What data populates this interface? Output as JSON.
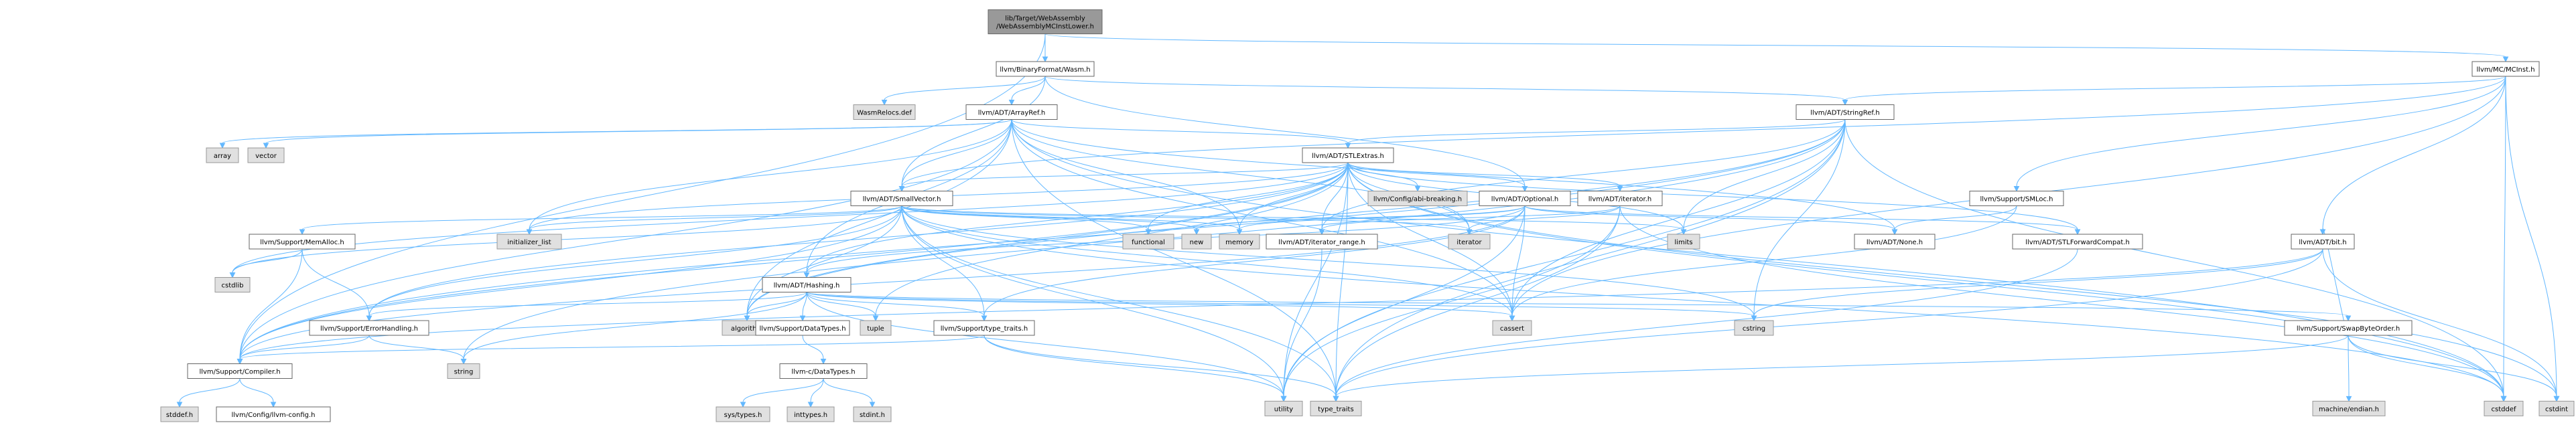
{
  "diagram": {
    "colors": {
      "edge": "#63b8ff",
      "focus": "#999999",
      "system": "#e0e0e0",
      "border": "#666666",
      "background": "#ffffff"
    },
    "nodes": [
      {
        "id": "n_root",
        "kind": "focus",
        "lines": [
          "lib/Target/WebAssembly",
          "/WebAssemblyMCInstLower.h"
        ]
      },
      {
        "id": "n_wasm",
        "kind": "normal",
        "lines": [
          "llvm/BinaryFormat/Wasm.h"
        ]
      },
      {
        "id": "n_mcinst",
        "kind": "normal",
        "lines": [
          "llvm/MC/MCInst.h"
        ]
      },
      {
        "id": "n_relocs",
        "kind": "system",
        "lines": [
          "WasmRelocs.def"
        ]
      },
      {
        "id": "n_arrayref",
        "kind": "normal",
        "lines": [
          "llvm/ADT/ArrayRef.h"
        ]
      },
      {
        "id": "n_stringref",
        "kind": "normal",
        "lines": [
          "llvm/ADT/StringRef.h"
        ]
      },
      {
        "id": "n_array",
        "kind": "system",
        "lines": [
          "array"
        ]
      },
      {
        "id": "n_vector",
        "kind": "system",
        "lines": [
          "vector"
        ]
      },
      {
        "id": "n_stlextras",
        "kind": "normal",
        "lines": [
          "llvm/ADT/STLExtras.h"
        ]
      },
      {
        "id": "n_abibreaking",
        "kind": "system",
        "lines": [
          "llvm/Config/abi-breaking.h"
        ]
      },
      {
        "id": "n_smallvector",
        "kind": "normal",
        "lines": [
          "llvm/ADT/SmallVector.h"
        ]
      },
      {
        "id": "n_optional",
        "kind": "normal",
        "lines": [
          "llvm/ADT/Optional.h"
        ]
      },
      {
        "id": "n_iterator",
        "kind": "normal",
        "lines": [
          "llvm/ADT/iterator.h"
        ]
      },
      {
        "id": "n_smloc",
        "kind": "normal",
        "lines": [
          "llvm/Support/SMLoc.h"
        ]
      },
      {
        "id": "n_memalloc",
        "kind": "normal",
        "lines": [
          "llvm/Support/MemAlloc.h"
        ]
      },
      {
        "id": "n_initlist",
        "kind": "system",
        "lines": [
          "initializer_list"
        ]
      },
      {
        "id": "n_functional",
        "kind": "system",
        "lines": [
          "functional"
        ]
      },
      {
        "id": "n_new",
        "kind": "system",
        "lines": [
          "new"
        ]
      },
      {
        "id": "n_memory",
        "kind": "system",
        "lines": [
          "memory"
        ]
      },
      {
        "id": "n_iterrange",
        "kind": "normal",
        "lines": [
          "llvm/ADT/iterator_range.h"
        ]
      },
      {
        "id": "n_iteratorstd",
        "kind": "system",
        "lines": [
          "iterator"
        ]
      },
      {
        "id": "n_limits",
        "kind": "system",
        "lines": [
          "limits"
        ]
      },
      {
        "id": "n_none",
        "kind": "normal",
        "lines": [
          "llvm/ADT/None.h"
        ]
      },
      {
        "id": "n_stlfwd",
        "kind": "normal",
        "lines": [
          "llvm/ADT/STLForwardCompat.h"
        ]
      },
      {
        "id": "n_bit",
        "kind": "normal",
        "lines": [
          "llvm/ADT/bit.h"
        ]
      },
      {
        "id": "n_cstdlib",
        "kind": "system",
        "lines": [
          "cstdlib"
        ]
      },
      {
        "id": "n_hashing",
        "kind": "normal",
        "lines": [
          "llvm/ADT/Hashing.h"
        ]
      },
      {
        "id": "n_errhandling",
        "kind": "normal",
        "lines": [
          "llvm/Support/ErrorHandling.h"
        ]
      },
      {
        "id": "n_algorithm",
        "kind": "system",
        "lines": [
          "algorithm"
        ]
      },
      {
        "id": "n_tuple",
        "kind": "system",
        "lines": [
          "tuple"
        ]
      },
      {
        "id": "n_datatypes",
        "kind": "normal",
        "lines": [
          "llvm/Support/DataTypes.h"
        ]
      },
      {
        "id": "n_typetraitsllvm",
        "kind": "normal",
        "lines": [
          "llvm/Support/type_traits.h"
        ]
      },
      {
        "id": "n_cassert",
        "kind": "system",
        "lines": [
          "cassert"
        ]
      },
      {
        "id": "n_cstring",
        "kind": "system",
        "lines": [
          "cstring"
        ]
      },
      {
        "id": "n_swapbyte",
        "kind": "normal",
        "lines": [
          "llvm/Support/SwapByteOrder.h"
        ]
      },
      {
        "id": "n_compiler",
        "kind": "normal",
        "lines": [
          "llvm/Support/Compiler.h"
        ]
      },
      {
        "id": "n_string",
        "kind": "system",
        "lines": [
          "string"
        ]
      },
      {
        "id": "n_utility",
        "kind": "system",
        "lines": [
          "utility"
        ]
      },
      {
        "id": "n_typetraits",
        "kind": "system",
        "lines": [
          "type_traits"
        ]
      },
      {
        "id": "n_cstddef",
        "kind": "system",
        "lines": [
          "cstddef"
        ]
      },
      {
        "id": "n_cstdint",
        "kind": "system",
        "lines": [
          "cstdint"
        ]
      },
      {
        "id": "n_endian",
        "kind": "system",
        "lines": [
          "machine/endian.h"
        ]
      },
      {
        "id": "n_cdatatypes",
        "kind": "normal",
        "lines": [
          "llvm-c/DataTypes.h"
        ]
      },
      {
        "id": "n_stddef",
        "kind": "system",
        "lines": [
          "stddef.h"
        ]
      },
      {
        "id": "n_llvmconfig",
        "kind": "normal",
        "lines": [
          "llvm/Config/llvm-config.h"
        ]
      },
      {
        "id": "n_systypes",
        "kind": "system",
        "lines": [
          "sys/types.h"
        ]
      },
      {
        "id": "n_inttypes",
        "kind": "system",
        "lines": [
          "inttypes.h"
        ]
      },
      {
        "id": "n_stdint",
        "kind": "system",
        "lines": [
          "stdint.h"
        ]
      }
    ],
    "edges": [
      [
        "n_root",
        "n_wasm"
      ],
      [
        "n_root",
        "n_mcinst"
      ],
      [
        "n_root",
        "n_compiler"
      ],
      [
        "n_wasm",
        "n_relocs"
      ],
      [
        "n_wasm",
        "n_arrayref"
      ],
      [
        "n_wasm",
        "n_stringref"
      ],
      [
        "n_wasm",
        "n_smallvector"
      ],
      [
        "n_wasm",
        "n_optional"
      ],
      [
        "n_mcinst",
        "n_stringref"
      ],
      [
        "n_mcinst",
        "n_smloc"
      ],
      [
        "n_mcinst",
        "n_bit"
      ],
      [
        "n_mcinst",
        "n_smallvector"
      ],
      [
        "n_mcinst",
        "n_cassert"
      ],
      [
        "n_mcinst",
        "n_cstddef"
      ],
      [
        "n_mcinst",
        "n_cstdint"
      ],
      [
        "n_arrayref",
        "n_array"
      ],
      [
        "n_arrayref",
        "n_vector"
      ],
      [
        "n_arrayref",
        "n_stlextras"
      ],
      [
        "n_arrayref",
        "n_smallvector"
      ],
      [
        "n_arrayref",
        "n_hashing"
      ],
      [
        "n_arrayref",
        "n_none"
      ],
      [
        "n_arrayref",
        "n_compiler"
      ],
      [
        "n_arrayref",
        "n_algorithm"
      ],
      [
        "n_arrayref",
        "n_cassert"
      ],
      [
        "n_arrayref",
        "n_cstddef"
      ],
      [
        "n_arrayref",
        "n_initlist"
      ],
      [
        "n_arrayref",
        "n_iteratorstd"
      ],
      [
        "n_arrayref",
        "n_memory"
      ],
      [
        "n_arrayref",
        "n_typetraits"
      ],
      [
        "n_stringref",
        "n_stlextras"
      ],
      [
        "n_stringref",
        "n_iterrange"
      ],
      [
        "n_stringref",
        "n_compiler"
      ],
      [
        "n_stringref",
        "n_algorithm"
      ],
      [
        "n_stringref",
        "n_cassert"
      ],
      [
        "n_stringref",
        "n_cstddef"
      ],
      [
        "n_stringref",
        "n_cstring"
      ],
      [
        "n_stringref",
        "n_limits"
      ],
      [
        "n_stringref",
        "n_string"
      ],
      [
        "n_stringref",
        "n_typetraits"
      ],
      [
        "n_stringref",
        "n_utility"
      ],
      [
        "n_stlextras",
        "n_abibreaking"
      ],
      [
        "n_stlextras",
        "n_optional"
      ],
      [
        "n_stlextras",
        "n_iterator"
      ],
      [
        "n_stlextras",
        "n_iterrange"
      ],
      [
        "n_stlextras",
        "n_stlfwd"
      ],
      [
        "n_stlextras",
        "n_smallvector"
      ],
      [
        "n_stlextras",
        "n_errhandling"
      ],
      [
        "n_stlextras",
        "n_hashing"
      ],
      [
        "n_stlextras",
        "n_algorithm"
      ],
      [
        "n_stlextras",
        "n_cassert"
      ],
      [
        "n_stlextras",
        "n_cstddef"
      ],
      [
        "n_stlextras",
        "n_cstdint"
      ],
      [
        "n_stlextras",
        "n_cstdlib"
      ],
      [
        "n_stlextras",
        "n_functional"
      ],
      [
        "n_stlextras",
        "n_initlist"
      ],
      [
        "n_stlextras",
        "n_iteratorstd"
      ],
      [
        "n_stlextras",
        "n_limits"
      ],
      [
        "n_stlextras",
        "n_memory"
      ],
      [
        "n_stlextras",
        "n_tuple"
      ],
      [
        "n_stlextras",
        "n_typetraits"
      ],
      [
        "n_stlextras",
        "n_utility"
      ],
      [
        "n_stlextras",
        "n_compiler"
      ],
      [
        "n_smallvector",
        "n_memalloc"
      ],
      [
        "n_smallvector",
        "n_typetraitsllvm"
      ],
      [
        "n_smallvector",
        "n_compiler"
      ],
      [
        "n_smallvector",
        "n_algorithm"
      ],
      [
        "n_smallvector",
        "n_cassert"
      ],
      [
        "n_smallvector",
        "n_cstddef"
      ],
      [
        "n_smallvector",
        "n_cstdlib"
      ],
      [
        "n_smallvector",
        "n_cstring"
      ],
      [
        "n_smallvector",
        "n_functional"
      ],
      [
        "n_smallvector",
        "n_initlist"
      ],
      [
        "n_smallvector",
        "n_iteratorstd"
      ],
      [
        "n_smallvector",
        "n_limits"
      ],
      [
        "n_smallvector",
        "n_memory"
      ],
      [
        "n_smallvector",
        "n_new"
      ],
      [
        "n_smallvector",
        "n_typetraits"
      ],
      [
        "n_smallvector",
        "n_utility"
      ],
      [
        "n_smallvector",
        "n_errhandling"
      ],
      [
        "n_optional",
        "n_none"
      ],
      [
        "n_optional",
        "n_stlfwd"
      ],
      [
        "n_optional",
        "n_hashing"
      ],
      [
        "n_optional",
        "n_compiler"
      ],
      [
        "n_optional",
        "n_typetraitsllvm"
      ],
      [
        "n_optional",
        "n_cassert"
      ],
      [
        "n_optional",
        "n_memory"
      ],
      [
        "n_optional",
        "n_new"
      ],
      [
        "n_optional",
        "n_utility"
      ],
      [
        "n_iterator",
        "n_iterrange"
      ],
      [
        "n_iterator",
        "n_cstddef"
      ],
      [
        "n_iterator",
        "n_iteratorstd"
      ],
      [
        "n_iterator",
        "n_typetraits"
      ],
      [
        "n_iterator",
        "n_utility"
      ],
      [
        "n_smloc",
        "n_none"
      ],
      [
        "n_smloc",
        "n_cassert"
      ],
      [
        "n_memalloc",
        "n_compiler"
      ],
      [
        "n_memalloc",
        "n_errhandling"
      ],
      [
        "n_memalloc",
        "n_cstdlib"
      ],
      [
        "n_iterrange",
        "n_utility"
      ],
      [
        "n_stlfwd",
        "n_typetraits"
      ],
      [
        "n_bit",
        "n_compiler"
      ],
      [
        "n_bit",
        "n_cstdint"
      ],
      [
        "n_bit",
        "n_cstring"
      ],
      [
        "n_bit",
        "n_typetraits"
      ],
      [
        "n_hashing",
        "n_datatypes"
      ],
      [
        "n_hashing",
        "n_errhandling"
      ],
      [
        "n_hashing",
        "n_swapbyte"
      ],
      [
        "n_hashing",
        "n_typetraitsllvm"
      ],
      [
        "n_hashing",
        "n_algorithm"
      ],
      [
        "n_hashing",
        "n_cassert"
      ],
      [
        "n_hashing",
        "n_cstring"
      ],
      [
        "n_hashing",
        "n_string"
      ],
      [
        "n_hashing",
        "n_tuple"
      ],
      [
        "n_hashing",
        "n_utility"
      ],
      [
        "n_errhandling",
        "n_compiler"
      ],
      [
        "n_errhandling",
        "n_string"
      ],
      [
        "n_datatypes",
        "n_cdatatypes"
      ],
      [
        "n_typetraitsllvm",
        "n_compiler"
      ],
      [
        "n_typetraitsllvm",
        "n_typetraits"
      ],
      [
        "n_typetraitsllvm",
        "n_utility"
      ],
      [
        "n_swapbyte",
        "n_bit"
      ],
      [
        "n_swapbyte",
        "n_cstddef"
      ],
      [
        "n_swapbyte",
        "n_cstdint"
      ],
      [
        "n_swapbyte",
        "n_typetraits"
      ],
      [
        "n_swapbyte",
        "n_endian"
      ],
      [
        "n_compiler",
        "n_llvmconfig"
      ],
      [
        "n_compiler",
        "n_stddef"
      ],
      [
        "n_cdatatypes",
        "n_inttypes"
      ],
      [
        "n_cdatatypes",
        "n_systypes"
      ],
      [
        "n_cdatatypes",
        "n_stdint"
      ]
    ]
  }
}
